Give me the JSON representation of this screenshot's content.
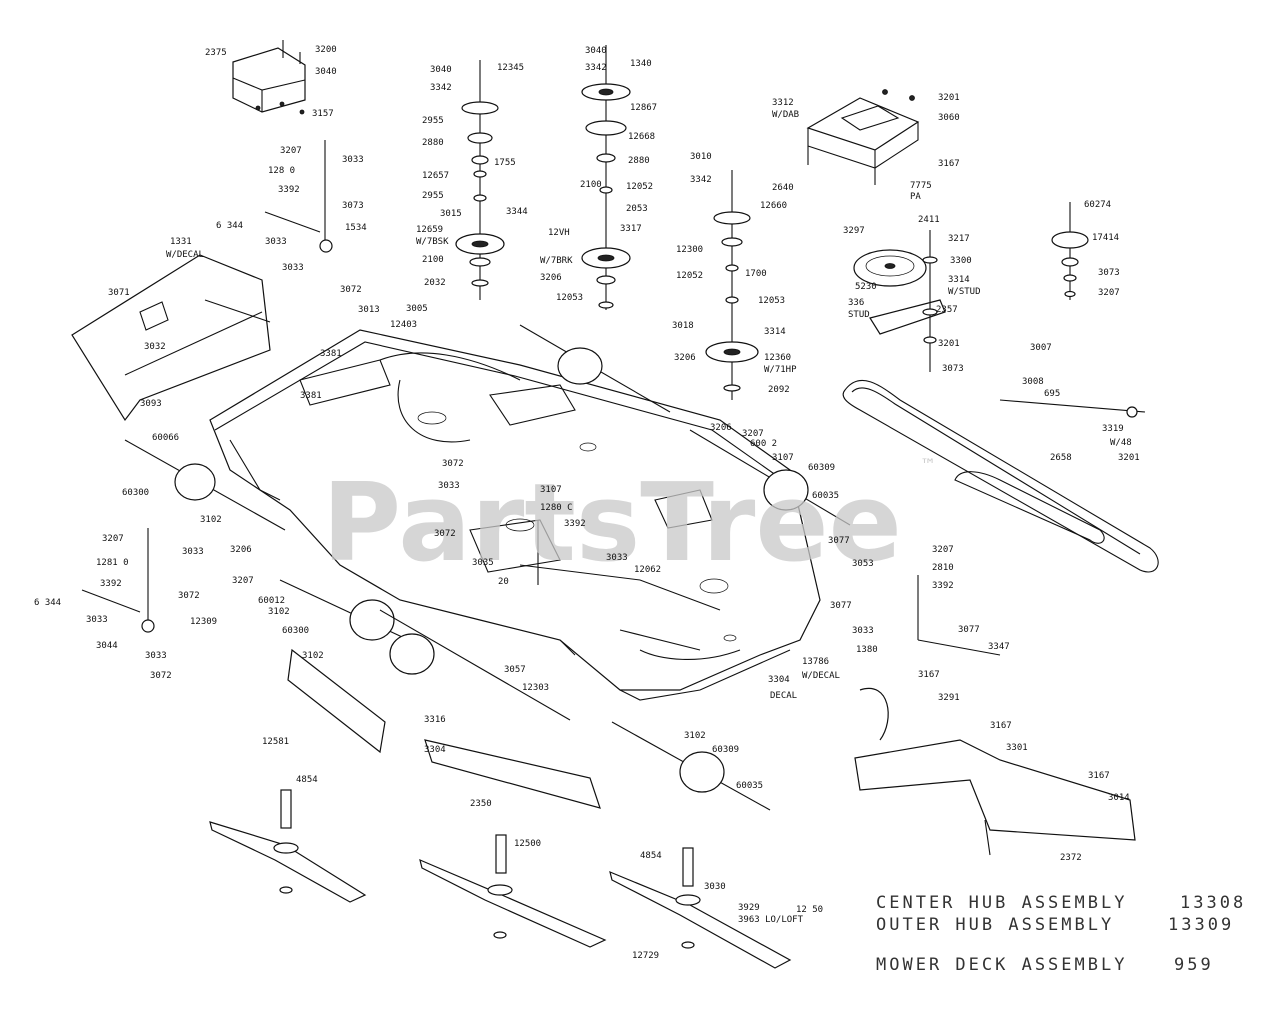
{
  "watermark": {
    "text": "PartsTree",
    "trademark": "™"
  },
  "part_labels": [
    {
      "text": "2375"
    },
    {
      "text": "3200"
    },
    {
      "text": "3040"
    },
    {
      "text": "3157"
    },
    {
      "text": "3207"
    },
    {
      "text": "128 0"
    },
    {
      "text": "3033"
    },
    {
      "text": "3392"
    },
    {
      "text": "3073"
    },
    {
      "text": "1534"
    },
    {
      "text": "6 344"
    },
    {
      "text": "3033"
    },
    {
      "text": "3033"
    },
    {
      "text": "3072"
    },
    {
      "text": "1331"
    },
    {
      "text": "W/DECAL"
    },
    {
      "text": "3071"
    },
    {
      "text": "3032"
    },
    {
      "text": "3093"
    },
    {
      "text": "3040"
    },
    {
      "text": "3342"
    },
    {
      "text": "12345"
    },
    {
      "text": "2955"
    },
    {
      "text": "2880"
    },
    {
      "text": "1755"
    },
    {
      "text": "12657"
    },
    {
      "text": "2955"
    },
    {
      "text": "3015"
    },
    {
      "text": "12659"
    },
    {
      "text": "W/7BSK"
    },
    {
      "text": "3344"
    },
    {
      "text": "2100"
    },
    {
      "text": "2032"
    },
    {
      "text": "3040"
    },
    {
      "text": "3342"
    },
    {
      "text": "1340"
    },
    {
      "text": "12867"
    },
    {
      "text": "12668"
    },
    {
      "text": "2880"
    },
    {
      "text": "2100"
    },
    {
      "text": "12052"
    },
    {
      "text": "2053"
    },
    {
      "text": "3317"
    },
    {
      "text": "12VH"
    },
    {
      "text": "W/7BRK"
    },
    {
      "text": "3206"
    },
    {
      "text": "12053"
    },
    {
      "text": "3010"
    },
    {
      "text": "3342"
    },
    {
      "text": "2640"
    },
    {
      "text": "12660"
    },
    {
      "text": "12300"
    },
    {
      "text": "1700"
    },
    {
      "text": "12052"
    },
    {
      "text": "12053"
    },
    {
      "text": "3018"
    },
    {
      "text": "3314"
    },
    {
      "text": "3206"
    },
    {
      "text": "12360"
    },
    {
      "text": "W/71HP"
    },
    {
      "text": "2092"
    },
    {
      "text": "3312"
    },
    {
      "text": "W/DAB"
    },
    {
      "text": "3201"
    },
    {
      "text": "3060"
    },
    {
      "text": "3167"
    },
    {
      "text": "7775"
    },
    {
      "text": "PA"
    },
    {
      "text": "3297"
    },
    {
      "text": "2411"
    },
    {
      "text": "3217"
    },
    {
      "text": "3300"
    },
    {
      "text": "3314"
    },
    {
      "text": "W/STUD"
    },
    {
      "text": "5230"
    },
    {
      "text": "336"
    },
    {
      "text": "STUD"
    },
    {
      "text": "2357"
    },
    {
      "text": "3201"
    },
    {
      "text": "3073"
    },
    {
      "text": "60274"
    },
    {
      "text": "17414"
    },
    {
      "text": "3073"
    },
    {
      "text": "3207"
    },
    {
      "text": "3007"
    },
    {
      "text": "3008"
    },
    {
      "text": "695"
    },
    {
      "text": "3319"
    },
    {
      "text": "W/48"
    },
    {
      "text": "3201"
    },
    {
      "text": "2658"
    },
    {
      "text": "3013"
    },
    {
      "text": "12403"
    },
    {
      "text": "3005"
    },
    {
      "text": "3381"
    },
    {
      "text": "3381"
    },
    {
      "text": "60066"
    },
    {
      "text": "3206"
    },
    {
      "text": "3207"
    },
    {
      "text": "600 2"
    },
    {
      "text": "3107"
    },
    {
      "text": "60309"
    },
    {
      "text": "60035"
    },
    {
      "text": "60300"
    },
    {
      "text": "3102"
    },
    {
      "text": "3072"
    },
    {
      "text": "3033"
    },
    {
      "text": "3107"
    },
    {
      "text": "1280 C"
    },
    {
      "text": "3392"
    },
    {
      "text": "3072"
    },
    {
      "text": "3035"
    },
    {
      "text": "3033"
    },
    {
      "text": "12062"
    },
    {
      "text": "20"
    },
    {
      "text": "3207"
    },
    {
      "text": "1281 0"
    },
    {
      "text": "3392"
    },
    {
      "text": "3033"
    },
    {
      "text": "3072"
    },
    {
      "text": "6 344"
    },
    {
      "text": "3033"
    },
    {
      "text": "12309"
    },
    {
      "text": "3044"
    },
    {
      "text": "3033"
    },
    {
      "text": "3072"
    },
    {
      "text": "3206"
    },
    {
      "text": "3207"
    },
    {
      "text": "60012"
    },
    {
      "text": "3102"
    },
    {
      "text": "60300"
    },
    {
      "text": "3102"
    },
    {
      "text": "3057"
    },
    {
      "text": "12303"
    },
    {
      "text": "3077"
    },
    {
      "text": "3207"
    },
    {
      "text": "2810"
    },
    {
      "text": "3392"
    },
    {
      "text": "3053"
    },
    {
      "text": "3077"
    },
    {
      "text": "3033"
    },
    {
      "text": "1380"
    },
    {
      "text": "3077"
    },
    {
      "text": "3347"
    },
    {
      "text": "3304"
    },
    {
      "text": "DECAL"
    },
    {
      "text": "13786"
    },
    {
      "text": "W/DECAL"
    },
    {
      "text": "12581"
    },
    {
      "text": "3316"
    },
    {
      "text": "3304"
    },
    {
      "text": "2350"
    },
    {
      "text": "3102"
    },
    {
      "text": "60309"
    },
    {
      "text": "60035"
    },
    {
      "text": "3167"
    },
    {
      "text": "3291"
    },
    {
      "text": "3167"
    },
    {
      "text": "3301"
    },
    {
      "text": "3167"
    },
    {
      "text": "3014"
    },
    {
      "text": "2372"
    },
    {
      "text": "4854"
    },
    {
      "text": "12500"
    },
    {
      "text": "4854"
    },
    {
      "text": "3030"
    },
    {
      "text": "3929"
    },
    {
      "text": "3963 LO/LOFT"
    },
    {
      "text": "12 50"
    },
    {
      "text": "12729"
    }
  ],
  "title_block": {
    "line1_name": "CENTER HUB ASSEMBLY",
    "line1_num": "13308",
    "line2_name": "OUTER HUB ASSEMBLY",
    "line2_num": "13309",
    "line3_name": "MOWER DECK ASSEMBLY",
    "line3_num": "959"
  }
}
